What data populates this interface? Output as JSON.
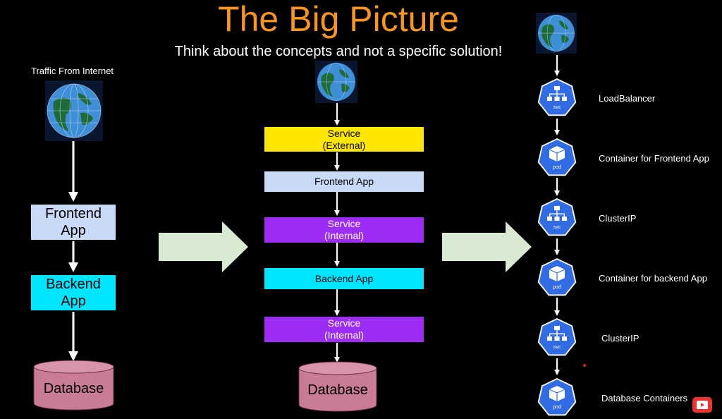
{
  "header": {
    "title": "The Big Picture",
    "subtitle": "Think about the concepts and not a specific solution!"
  },
  "left": {
    "traffic_label": "Traffic From Internet",
    "frontend": "Frontend\nApp",
    "backend": "Backend\nApp",
    "database": "Database"
  },
  "middle": {
    "service_external": "Service\n(External)",
    "frontend": "Frontend App",
    "service_internal_1": "Service\n(Internal)",
    "backend": "Backend App",
    "service_internal_2": "Service\n(Internal)",
    "database": "Database"
  },
  "right": {
    "items": [
      {
        "label": "LoadBalancer",
        "kind": "svc"
      },
      {
        "label": "Container for Frontend App",
        "kind": "pod"
      },
      {
        "label": "ClusterIP",
        "kind": "svc"
      },
      {
        "label": "Container for backend App",
        "kind": "pod"
      },
      {
        "label": "ClusterIP",
        "kind": "svc"
      },
      {
        "label": "Database Containers",
        "kind": "pod"
      }
    ]
  },
  "colors": {
    "title": "#f7951d",
    "frontend_box": "#c9daf8",
    "backend_box": "#00e5ff",
    "service_external": "#ffe600",
    "service_internal": "#9d2cf5",
    "database": "#c97b97",
    "k8s_blue": "#326ce5",
    "big_arrow": "#d9ead3"
  }
}
